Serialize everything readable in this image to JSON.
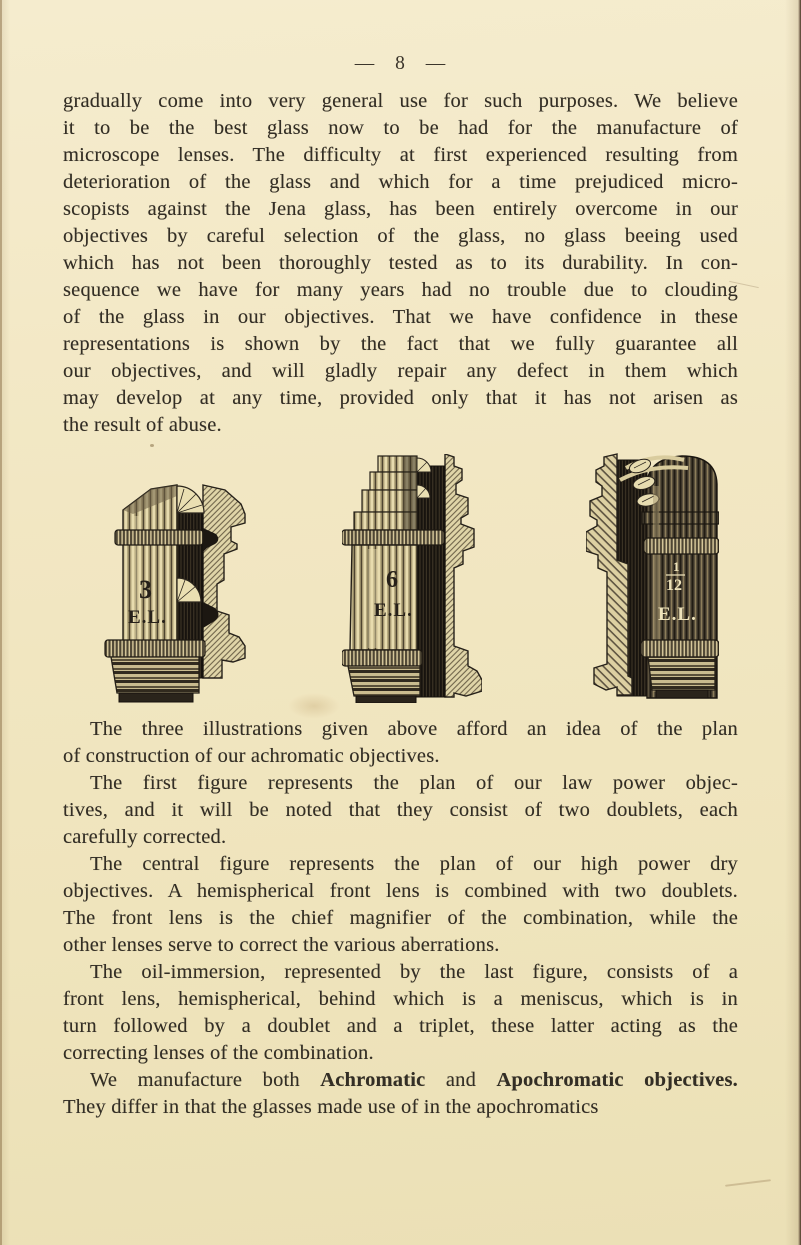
{
  "page": {
    "number_display": "— 8 —",
    "background_color": "#f2e7c3",
    "ink_color": "#332e25"
  },
  "content": {
    "top_paragraphs": [
      {
        "indent": false,
        "lines": [
          "gradually come into very general use for such purposes. We believe",
          "it to be the best glass now to be had for the manufacture of",
          "microscope lenses. The difficulty at first experienced resulting from",
          "deterioration of the glass and which for a time prejudiced micro-",
          "scopists against the Jena glass, has been entirely overcome in our",
          "objectives by careful selection of the glass, no glass beeing used",
          "which has not been thoroughly tested as to its durability. In con-",
          "sequence we have for many years had no trouble due to clouding",
          "of the glass in our objectives. That we have confidence in these",
          "representations is shown by the fact that we fully guarantee all",
          "our objectives, and will gladly repair any defect in them which",
          "may develop at any time, provided only that it has not arisen as",
          "the result of abuse."
        ]
      }
    ],
    "bottom_paragraphs": [
      {
        "indent": true,
        "lines": [
          "The three illustrations given above afford an idea of the plan",
          "of construction of our achromatic objectives."
        ]
      },
      {
        "indent": true,
        "lines": [
          "The first figure represents the plan of our law power objec-",
          "tives, and it will be noted that they consist of two doublets, each",
          "carefully corrected."
        ]
      },
      {
        "indent": true,
        "lines": [
          "The central figure represents the plan of our high power dry",
          "objectives. A hemispherical front lens is combined with two doublets.",
          "The front lens is the chief magnifier of the combination, while the",
          "other lenses serve to correct the various aberrations."
        ]
      },
      {
        "indent": true,
        "lines": [
          "The oil-immersion, represented by the last figure, consists of a",
          "front lens, hemispherical, behind which is a meniscus, which is in",
          "turn followed by a doublet and a triplet, these latter acting as the",
          "correcting lenses of the combination."
        ]
      },
      {
        "indent": true,
        "lines": [
          {
            "segments": [
              {
                "text": "We manufacture both "
              },
              {
                "text": "Achromatic",
                "bold": true
              },
              {
                "text": " and "
              },
              {
                "text": "Apochromatic objectives.",
                "bold": true
              }
            ]
          },
          "They differ in that the glasses made use of in the apochromatics"
        ]
      }
    ]
  },
  "figures": [
    {
      "id": "low-power-objective",
      "power_label": "3",
      "maker_label": "E.L."
    },
    {
      "id": "high-power-dry-objective",
      "power_label": "6",
      "maker_label": "E.L."
    },
    {
      "id": "oil-immersion-objective",
      "power_numerator": "1",
      "power_denominator": "12",
      "maker_label": "E.L."
    }
  ]
}
